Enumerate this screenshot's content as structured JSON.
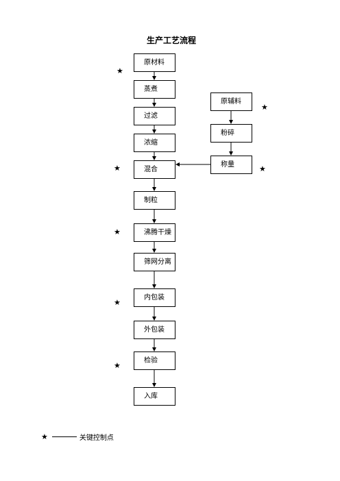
{
  "title": "生产工艺流程",
  "main_steps": [
    "原材料",
    "蒸煮",
    "过滤",
    "浓缩",
    "混合",
    "制粒",
    "沸腾干燥",
    "筛网分离",
    "内包装",
    "外包装",
    "检验",
    "入库"
  ],
  "side_steps": [
    "原辅料",
    "粉碎",
    "称量"
  ],
  "star_symbol": "★",
  "legend": {
    "symbol": "★",
    "text": "关键控制点"
  }
}
